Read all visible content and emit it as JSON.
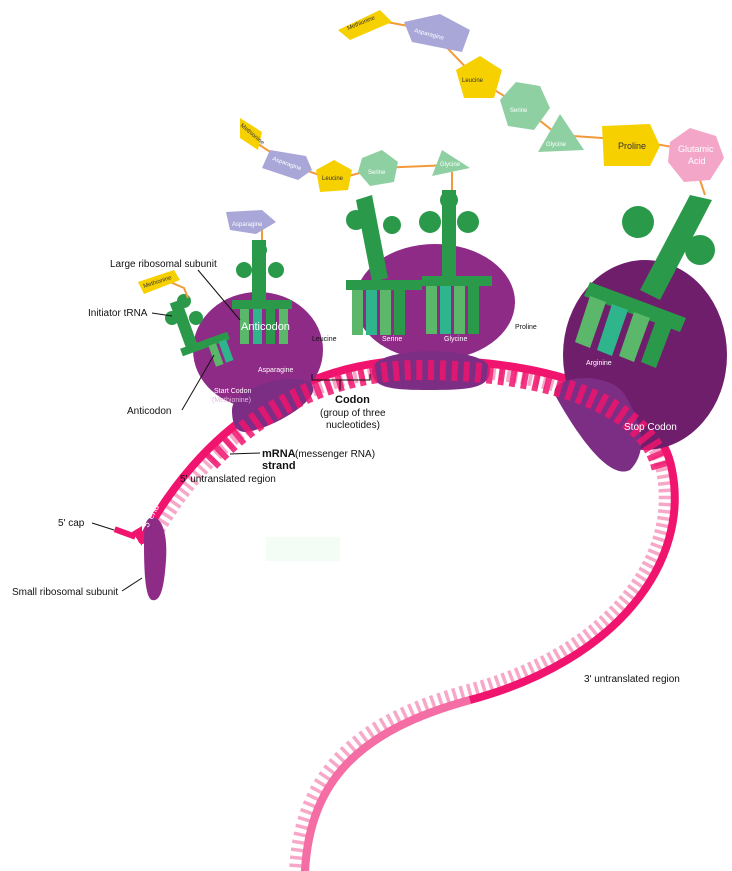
{
  "colors": {
    "mrna": "#f0146e",
    "mrna_light": "#f7a8c8",
    "ribosome": "#8e2b86",
    "ribosome_dark": "#6f1e6b",
    "small_subunit": "#7b2e84",
    "trna": "#2a9a4a",
    "trna_light": "#5bb86a",
    "met": "#f7d000",
    "asn": "#a9a6d8",
    "leu": "#f7d000",
    "ser": "#8fd0a3",
    "gly": "#8fd0a3",
    "pro": "#f7d000",
    "glu": "#f4a6c8",
    "bond": "#f29a3a"
  },
  "labels": {
    "large_subunit": "Large ribosomal subunit",
    "initiator_trna": "Initiator tRNA",
    "anticodon_left": "Anticodon",
    "anticodon_center": "Anticodon",
    "mrna_bold": "mRNA",
    "mrna_rest": "(messenger RNA)",
    "strand": "strand",
    "utr5": "5' untranslated region",
    "cap5": "5' cap",
    "small_subunit": "Small ribosomal subunit",
    "utr3": "3' untranslated region",
    "five_end": "5' end",
    "codon_title": "Codon",
    "codon_sub1": "(group of three",
    "codon_sub2": "nucleotides)",
    "start_codon_1": "Start Codon",
    "start_codon_2": "(Methionine)",
    "stop_codon": "Stop Codon"
  },
  "codons": {
    "asparagine": "Asparagine",
    "leucine": "Leucine",
    "serine": "Serine",
    "glycine": "Glycine",
    "proline": "Proline",
    "arginine": "Arginine"
  },
  "amino_acids": {
    "chain_small": [
      "Methionine",
      "Asparagine",
      "Leucine",
      "Serine",
      "Glycine"
    ],
    "chain_large": [
      "Methionine",
      "Asparagine",
      "Leucine",
      "Serine",
      "Glycine",
      "Proline",
      "Glutamic Acid"
    ],
    "initiator": "Methionine",
    "trna2": "Asparagine"
  }
}
